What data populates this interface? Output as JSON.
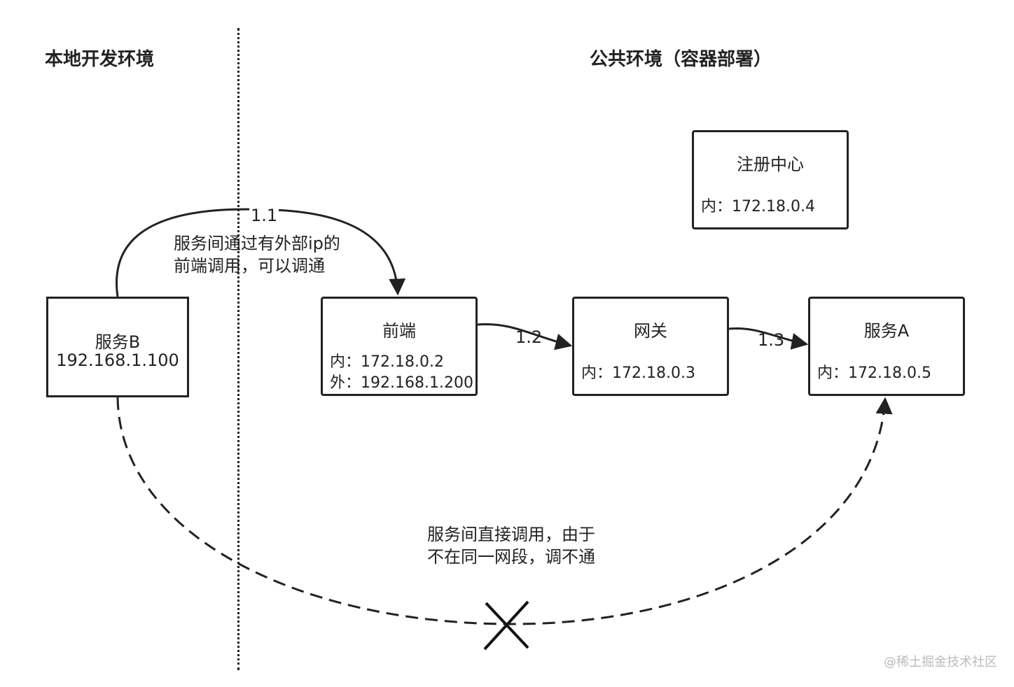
{
  "headings": {
    "local": "本地开发环境",
    "public": "公共环境（容器部署）"
  },
  "nodes": {
    "serviceB": {
      "name": "服务B",
      "ip": "192.168.1.100"
    },
    "frontend": {
      "name": "前端",
      "inner_ip": "内：172.18.0.2",
      "outer_ip": "外：192.168.1.200"
    },
    "gateway": {
      "name": "网关",
      "inner_ip": "内：172.18.0.3"
    },
    "serviceA": {
      "name": "服务A",
      "inner_ip": "内：172.18.0.5"
    },
    "registry": {
      "name": "注册中心",
      "inner_ip": "内：172.18.0.4"
    }
  },
  "edges": {
    "step_1_1": "1.1",
    "step_1_2": "1.2",
    "step_1_3": "1.3"
  },
  "notes": {
    "via_frontend": "服务间通过有外部ip的前端调用，可以调通",
    "direct_call": "服务间直接调用，由于不在同一网段，调不通"
  },
  "watermark": "@稀土掘金技术社区"
}
